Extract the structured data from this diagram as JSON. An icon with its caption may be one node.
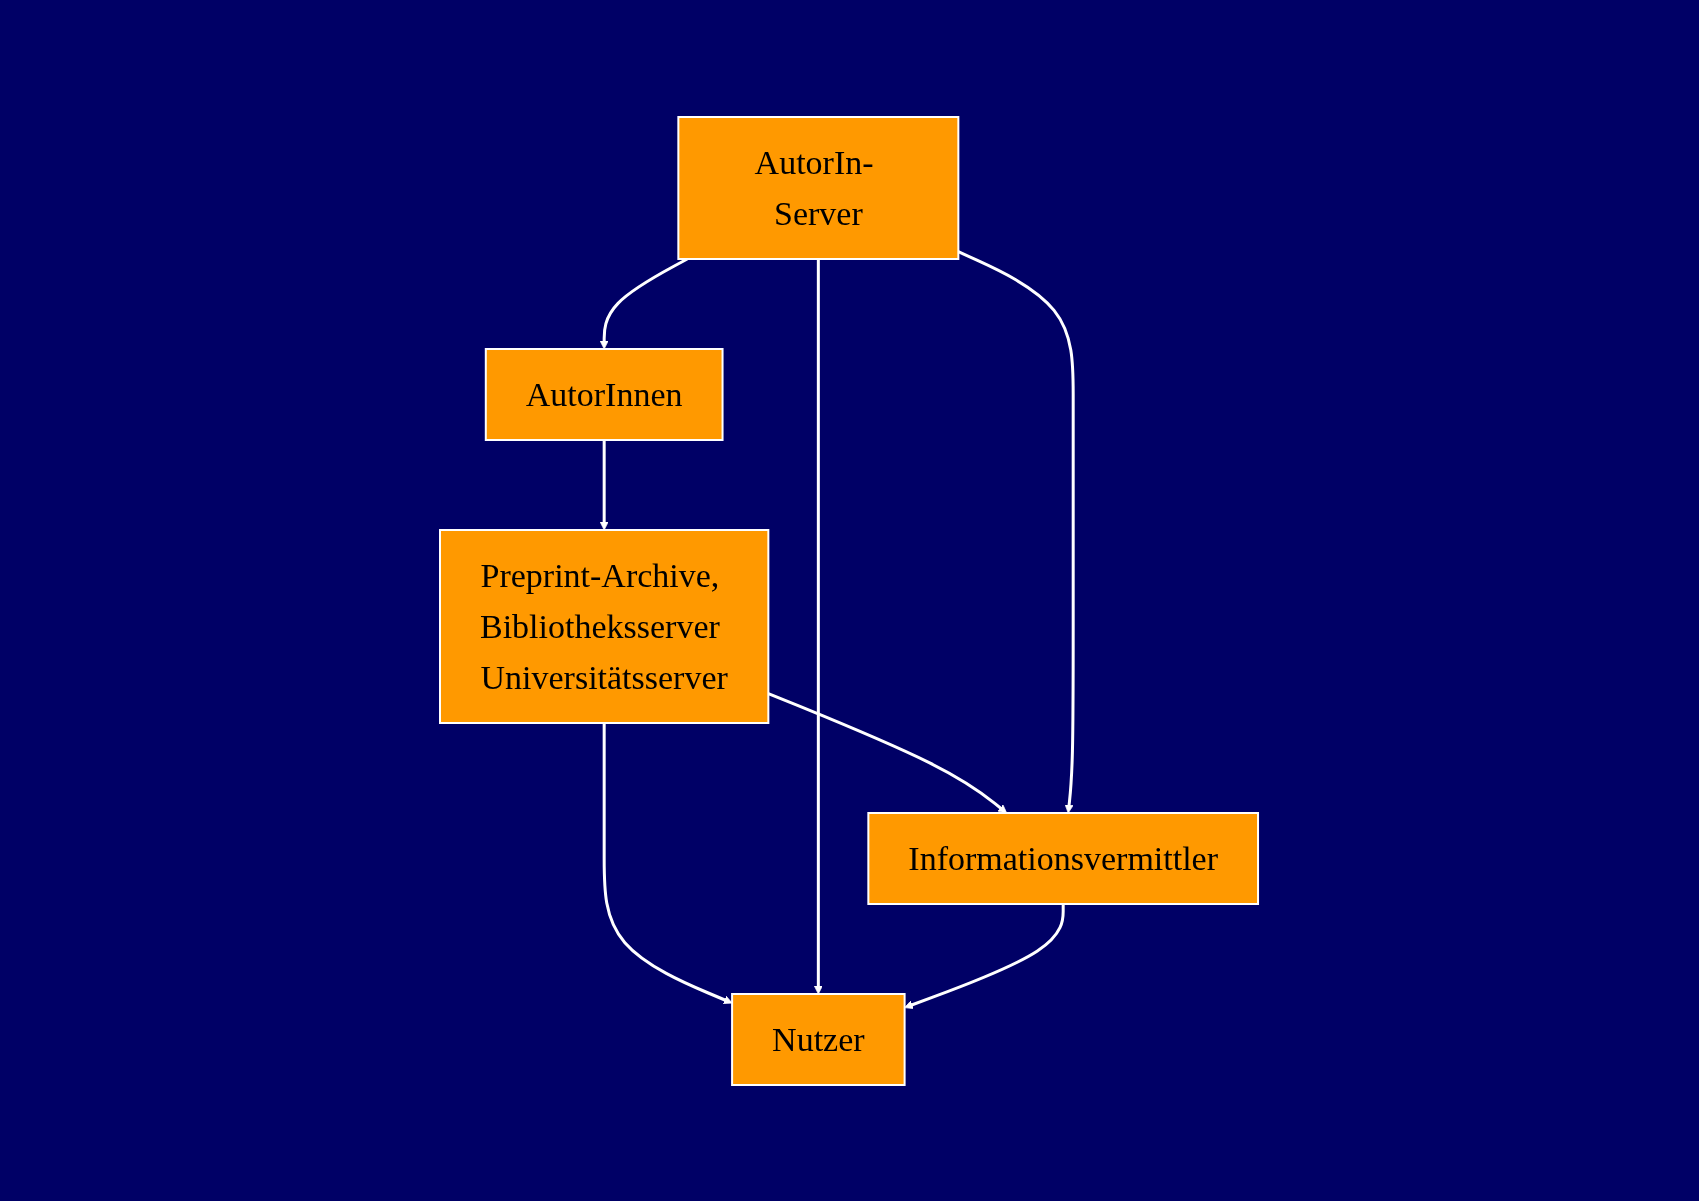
{
  "diagram": {
    "nodes": [
      {
        "text": [
          "AutorInnen"
        ]
      },
      {
        "text": [
          "Preprint-Archive, Bibliotheksserver Universitätsserver"
        ]
      },
      {
        "text": [
          "AutorIn- Server"
        ]
      },
      {
        "text": [
          "Informationsvermittler"
        ]
      },
      {
        "text": [
          "Nutzer"
        ]
      }
    ],
    "edges": [
      {
        "from": 0,
        "to": 1,
        "arrow": "to"
      },
      {
        "from": 2,
        "to": 0,
        "arrow": "to"
      },
      {
        "from": 1,
        "to": 3,
        "arrow": "to"
      },
      {
        "from": 1,
        "to": 4,
        "arrow": "to"
      },
      {
        "from": 2,
        "to": 3,
        "arrow": "to"
      },
      {
        "from": 2,
        "to": 4,
        "arrow": "to"
      },
      {
        "from": 3,
        "to": 4,
        "arrow": "to"
      }
    ]
  }
}
